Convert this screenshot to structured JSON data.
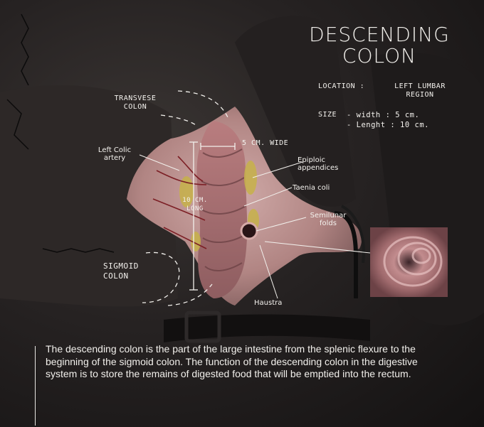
{
  "title": {
    "line1": "DESCENDING",
    "line2": "COLON"
  },
  "info": {
    "location_label": "LOCATION :",
    "location_value_line1": "LEFT LUMBAR",
    "location_value_line2": "REGION",
    "size_label": "SIZE",
    "width_line": "- width : 5 cm.",
    "length_line": "- Lenght : 10 cm."
  },
  "labels": {
    "transverse_line1": "TRANSVESE",
    "transverse_line2": "COLON",
    "left_colic_line1": "Left Colic",
    "left_colic_line2": "artery",
    "width_measure": "5 CM. WIDE",
    "length_measure_line1": "10 CM.",
    "length_measure_line2": "LONG",
    "epiploic_line1": "Epiploic",
    "epiploic_line2": "appendices",
    "taenia": "Taenia coli",
    "semilunar_line1": "Semilunar",
    "semilunar_line2": "folds",
    "sigmoid_line1": "SIGMOID",
    "sigmoid_line2": "COLON",
    "haustra": "Haustra"
  },
  "description": "The descending colon is the part of the large intestine from the splenic flexure to the beginning of the sigmoid colon. The function of the descending colon in the digestive system is to store the remains of digested food that will be emptied into the rectum."
}
